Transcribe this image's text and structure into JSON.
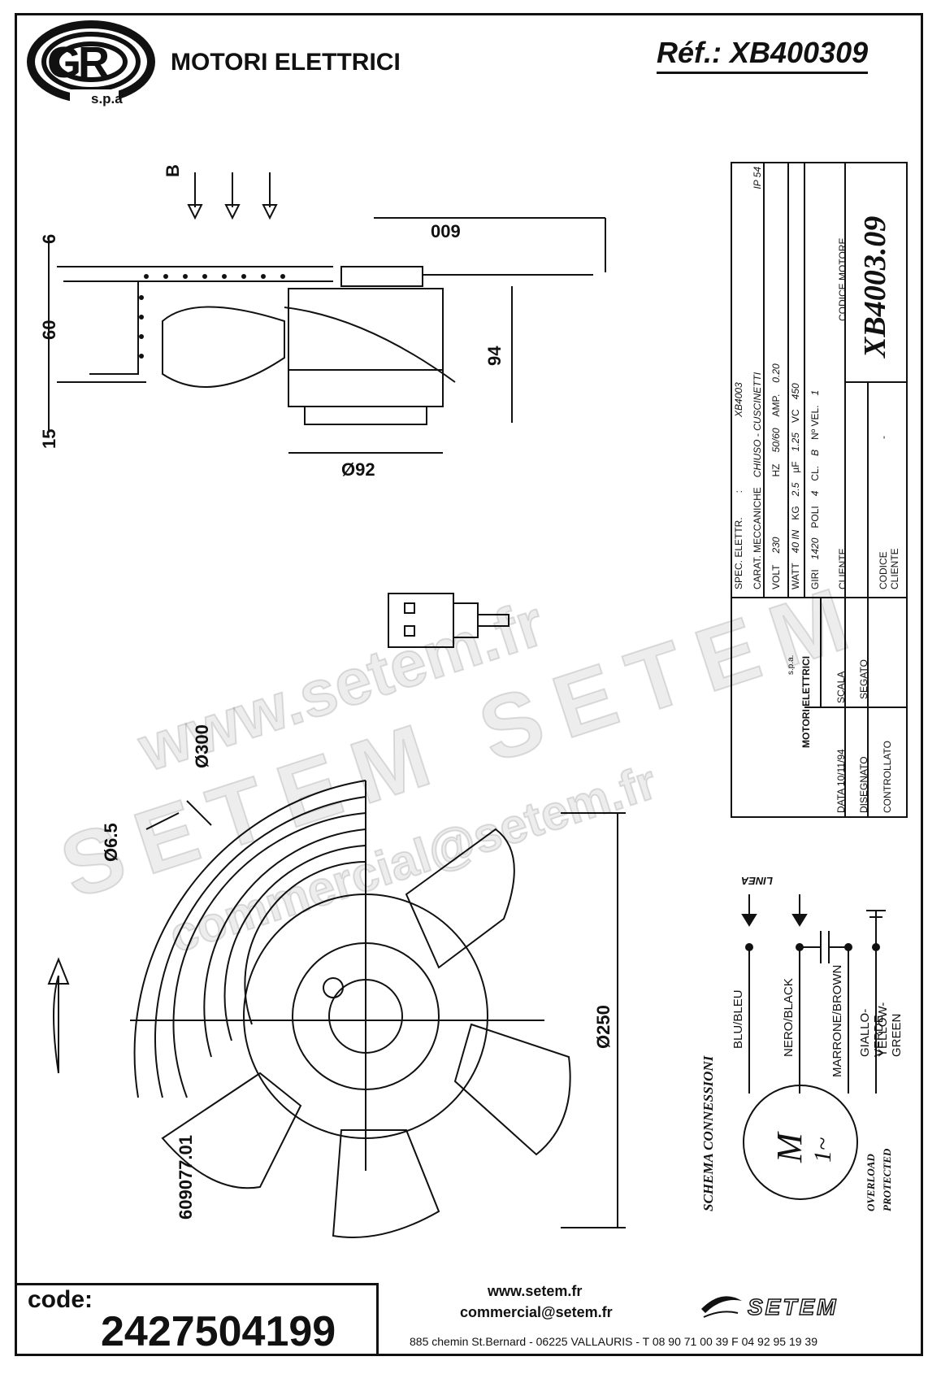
{
  "header": {
    "brand": "MOTORI ELETTRICI",
    "spa": "s.p.a",
    "ref": "Réf.: XB400309"
  },
  "logo": {
    "lettering": "GR"
  },
  "drawing": {
    "airflow_label": "B",
    "dims": {
      "cable": "009",
      "top": "6",
      "depth": "60",
      "bottom": "15",
      "height": "94",
      "diameter_motor": "Ø92",
      "diameter_guard": "Ø300",
      "diameter_hole": "Ø6.5",
      "diameter_fan": "Ø250",
      "part_no": "609077.01"
    }
  },
  "spec_table": {
    "spec_elettr": "SPEC. ELETTR.",
    "colon": ":",
    "model": "XB4003",
    "carat": "CARAT. MECCANICHE",
    "carat_value": "CHIUSO - CUSCINETTI",
    "ip": "IP 54",
    "volt_label": "VOLT",
    "volt": "230",
    "hz_label": "HZ",
    "hz": "50/60",
    "amp_label": "AMP.",
    "amp": "0.20",
    "watt_label": "WATT",
    "watt": "40 IN",
    "kg_label": "KG",
    "kg": "2.5",
    "uf_label": "µF",
    "uf": "1.25",
    "vc_label": "VC",
    "vc": "450",
    "giri_label": "GIRI",
    "giri": "1420",
    "poli_label": "POLI",
    "poli": "4",
    "cl_label": "CL.",
    "cl": "B",
    "nvel_label": "Nº VEL.",
    "nvel": "1",
    "cliente_label": "CLIENTE",
    "codice_motore_label": "CODICE MOTORE",
    "codice_motore": "XB4003.09",
    "codice_cliente_label": "CODICE CLIENTE",
    "codice_cliente": "-",
    "company_spa": "s.p.a.",
    "company": "MOTORI ELETTRICI",
    "data_label": "DATA 10/11/94",
    "scala_label": "SCALA",
    "disegnato_label": "DISEGNATO",
    "segato": "SEGATO",
    "controllato_label": "CONTROLLATO"
  },
  "wiring": {
    "linea": "LINEA",
    "wire1": "BLU/BLEU",
    "wire2": "NERO/BLACK",
    "wire3": "MARRONE/BROWN",
    "wire4a": "GIALLO-VERDE",
    "wire4b": "YELLOW-GREEN",
    "schema": "SCHEMA CONNESSIONI",
    "motor_m": "M",
    "motor_phase": "1~",
    "overload1": "OVERLOAD",
    "overload2": "PROTECTED"
  },
  "watermark": {
    "line1": "www.setem.fr",
    "line2": "SETEM  SETEM",
    "line3": "commercial@setem.fr"
  },
  "footer": {
    "code_label": "code:",
    "code_value": "2427504199",
    "web": "www.setem.fr",
    "mail": "commercial@setem.fr",
    "address": "885 chemin St.Bernard  -  06225 VALLAURIS  -  T 08 90 71 00 39   F 04 92 95 19 39",
    "setem_logo": "SETEM"
  }
}
